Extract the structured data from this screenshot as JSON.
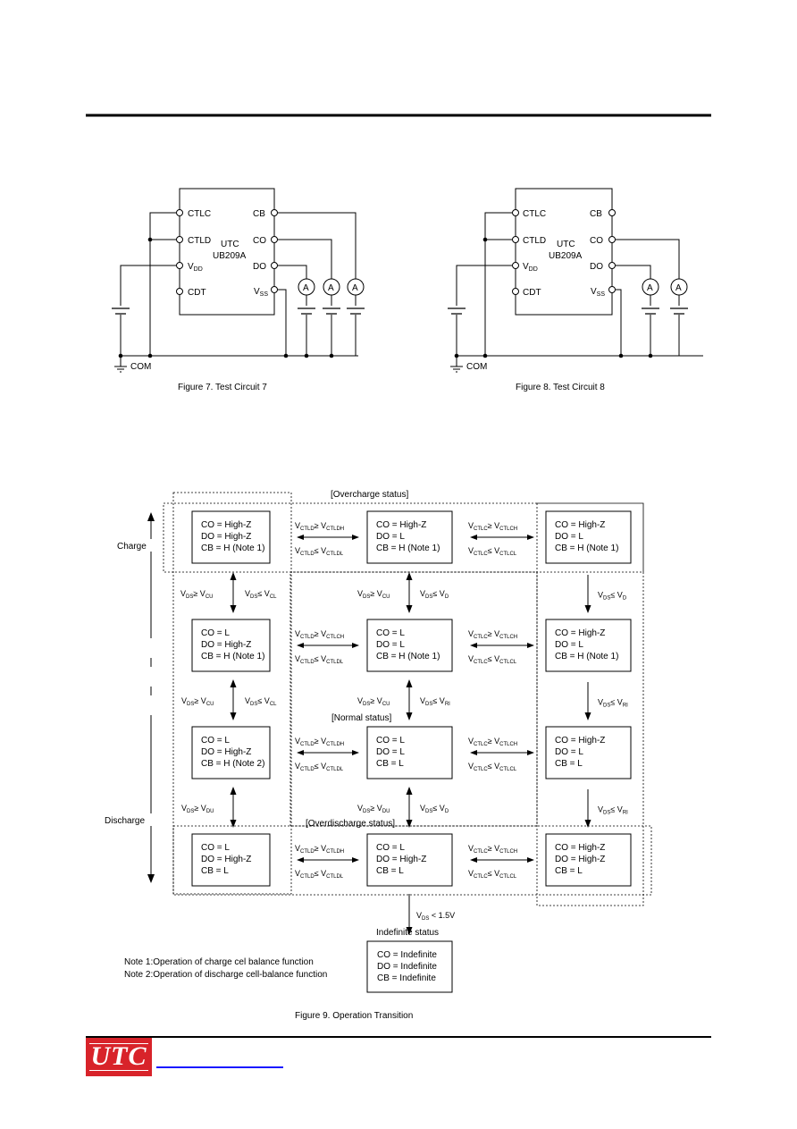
{
  "fig7": {
    "chip": "UTC",
    "part": "UB209A",
    "pins_left": [
      "CTLC",
      "CTLD",
      "V",
      "CDT"
    ],
    "pins_right": [
      "CB",
      "CO",
      "DO",
      "V"
    ],
    "vdd_sub": "DD",
    "vss_sub": "SS",
    "ground": "COM",
    "meter": "A",
    "caption": "Figure 7. Test Circuit 7"
  },
  "fig8": {
    "chip": "UTC",
    "part": "UB209A",
    "pins_left": [
      "CTLC",
      "CTLD",
      "V",
      "CDT"
    ],
    "pins_right": [
      "CB",
      "CO",
      "DO",
      "V"
    ],
    "vdd_sub": "DD",
    "vss_sub": "SS",
    "ground": "COM",
    "meter": "A",
    "caption": "Figure 8. Test Circuit 8"
  },
  "fig9": {
    "overcharge_label": "[Overcharge status]",
    "normal_label": "[Normal status]",
    "overdischarge_label": "[Overdischarge status]",
    "charge_label": "Charge",
    "discharge_label": "Discharge",
    "boxes": {
      "r1c1": [
        "CO = High-Z",
        "DO = High-Z",
        "CB = H (Note 1)"
      ],
      "r1c2": [
        "CO = High-Z",
        "DO = L",
        "CB = H (Note 1)"
      ],
      "r1c3": [
        "CO = High-Z",
        "DO = L",
        "CB = H (Note 1)"
      ],
      "r2c1": [
        "CO = L",
        "DO = High-Z",
        "CB = H (Note 1)"
      ],
      "r2c2": [
        "CO = L",
        "DO = L",
        "CB = H (Note 1)"
      ],
      "r2c3": [
        "CO = High-Z",
        "DO = L",
        "CB = H (Note 1)"
      ],
      "r3c1": [
        "CO = L",
        "DO = High-Z",
        "CB = H (Note 2)"
      ],
      "r3c2": [
        "CO = L",
        "DO = L",
        "CB = L"
      ],
      "r3c3": [
        "CO = High-Z",
        "DO = L",
        "CB = L"
      ],
      "r4c1": [
        "CO = L",
        "DO = High-Z",
        "CB = L"
      ],
      "r4c2": [
        "CO = L",
        "DO = High-Z",
        "CB = L"
      ],
      "r4c3": [
        "CO = High-Z",
        "DO = High-Z",
        "CB = L"
      ],
      "indef": [
        "CO = Indefinite",
        "DO = Indefinite",
        "CB = Indefinite"
      ]
    },
    "horizontal_conditions": {
      "r1a": [
        "V",
        "CTLD",
        "≥ V",
        "CTLDH",
        "V",
        "CTLD",
        "≤ V",
        "CTLDL"
      ],
      "r1b": [
        "V",
        "CTLC",
        "≥ V",
        "CTLCH",
        "V",
        "CTLC",
        "≤ V",
        "CTLCL"
      ],
      "r2a": [
        "V",
        "CTLD",
        "≥ V",
        "CTLCH",
        "V",
        "CTLD",
        "≤ V",
        "CTLDL"
      ],
      "r2b": [
        "V",
        "CTLC",
        "≥ V",
        "CTLCH",
        "V",
        "CTLC",
        "≤ V",
        "CTLCL"
      ],
      "r3a": [
        "V",
        "CTLD",
        "≥ V",
        "CTLDH",
        "V",
        "CTLD",
        "≤ V",
        "CTLDL"
      ],
      "r3b": [
        "V",
        "CTLC",
        "≥ V",
        "CTLCH",
        "V",
        "CTLC",
        "≤ V",
        "CTLCL"
      ],
      "r4a": [
        "V",
        "CTLD",
        "≥ V",
        "CTLDH",
        "V",
        "CTLD",
        "≤ V",
        "CTLDL"
      ],
      "r4b": [
        "V",
        "CTLC",
        "≥ V",
        "CTLCH",
        "V",
        "CTLC",
        "≤ V",
        "CTLCL"
      ]
    },
    "vertical_conditions": {
      "c1_12": [
        "V",
        "DS",
        "≥ V",
        "CU",
        "V",
        "DS",
        "≤ V",
        "CL"
      ],
      "c2_12": [
        "V",
        "DS",
        "≥ V",
        "CU",
        "V",
        "DS",
        "≤ V",
        "D"
      ],
      "c3_12": [
        "V",
        "DS",
        "≤ V",
        "D"
      ],
      "c1_23": [
        "V",
        "DS",
        "≥ V",
        "CU",
        "V",
        "DS",
        "≤ V",
        "CL"
      ],
      "c2_23": [
        "V",
        "DS",
        "≥ V",
        "CU",
        "V",
        "DS",
        "≤ V",
        "RI"
      ],
      "c3_23": [
        "V",
        "DS",
        "≤ V",
        "RI"
      ],
      "c1_34": [
        "V",
        "DS",
        "≥ V",
        "DU"
      ],
      "c2_34": [
        "V",
        "DS",
        "≥ V",
        "DU",
        "V",
        "DS",
        "≤ V",
        "D"
      ],
      "c3_34": [
        "V",
        "DS",
        "≤ V",
        "RI"
      ],
      "c2_45": [
        "V",
        "DS",
        "< 1.5V"
      ]
    },
    "indefinite_label": "Indefinite status",
    "note1": "Note 1:Operation of charge cel  balance function",
    "note2": "Note 2:Operation of discharge cell-balance function",
    "caption": "Figure 9. Operation Transition"
  },
  "footer": {
    "logo": "UTC"
  },
  "colors": {
    "logo_red": "#d8232a",
    "link_blue": "#1a1aff"
  }
}
